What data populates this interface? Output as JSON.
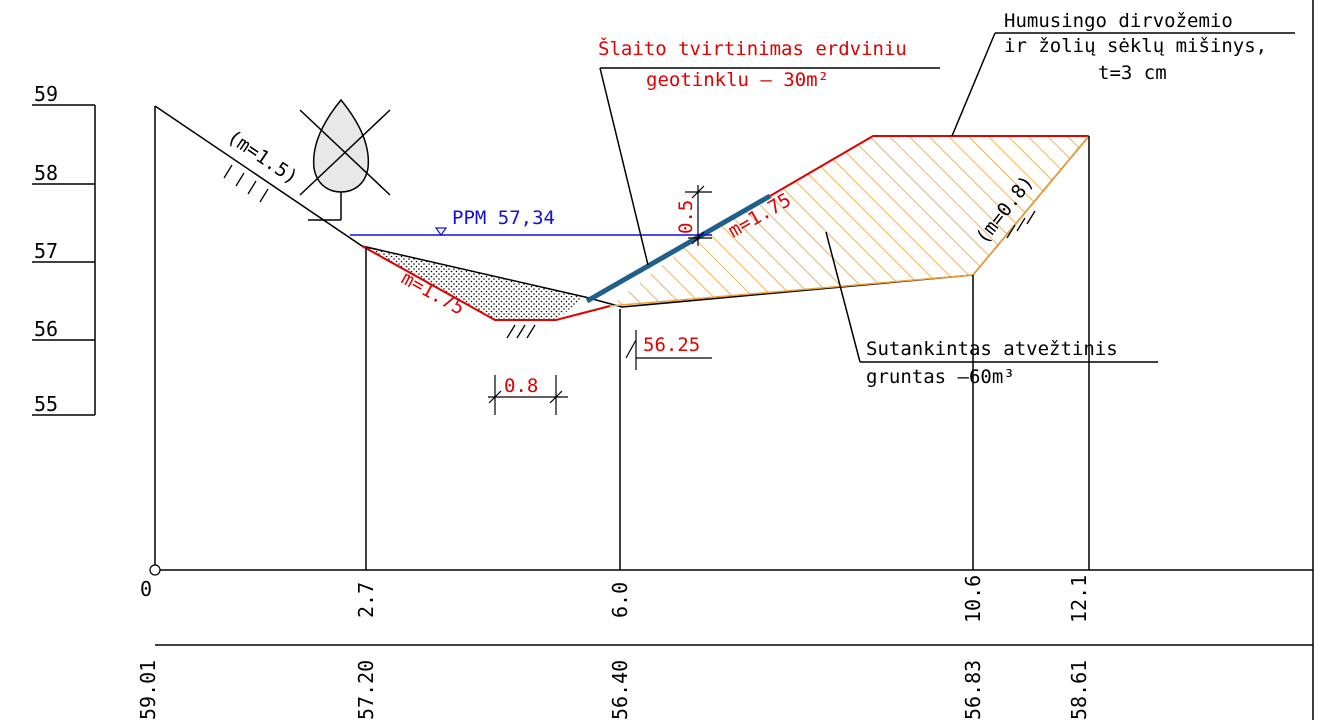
{
  "colors": {
    "line": "#000000",
    "red": "#e00000",
    "blue": "#1010e0",
    "geogrid": "#1f5f8b",
    "fill_hatch": "#f0a030",
    "dots": "#000000"
  },
  "scale": {
    "labels": [
      "59",
      "58",
      "57",
      "56",
      "55"
    ]
  },
  "profile": {
    "distances": [
      "0",
      "2.7",
      "6.0",
      "10.6",
      "12.1"
    ],
    "elevations": [
      "59.01",
      "57.20",
      "56.40",
      "56.83",
      "58.61"
    ]
  },
  "labels": {
    "water_level": "PPM 57,34",
    "slope_left_top": "(m=1.5)",
    "slope_left_bottom": "m=1.75",
    "slope_right_geogrid": "m=1.75",
    "slope_right": "(m=0.8)",
    "bottom_width": "0.8",
    "bottom_level": "56.25",
    "geogrid_offset": "0.5",
    "callout_geogrid_line1": "Šlaito tvirtinimas erdviniu",
    "callout_geogrid_line2": "geotinklu – 30m²",
    "callout_soil_line1": "Humusingo dirvožemio",
    "callout_soil_line2": "ir žolių sėklų mišinys,",
    "callout_soil_line3": "t=3 cm",
    "callout_fill_line1": "Sutankintas atvežtinis",
    "callout_fill_line2": "gruntas –60m³"
  },
  "icons": {
    "tree": "crossed-out-tree-icon",
    "water_level_marker": "triangle-down-icon",
    "ground_hatch": "ground-hatch-icon"
  }
}
